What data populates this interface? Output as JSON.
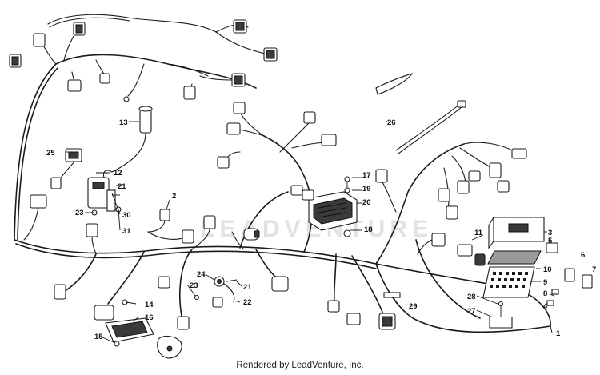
{
  "diagram": {
    "callouts": [
      "1",
      "2",
      "3",
      "4",
      "5",
      "6",
      "7",
      "8",
      "9",
      "10",
      "11",
      "12",
      "13",
      "14",
      "15",
      "16",
      "17",
      "18",
      "19",
      "20",
      "21",
      "21",
      "22",
      "23",
      "23",
      "24",
      "25",
      "26",
      "27",
      "28",
      "29",
      "30",
      "31"
    ]
  },
  "watermark": "LEADVENTURE",
  "footer": {
    "text": "Rendered by LeadVenture, Inc."
  }
}
